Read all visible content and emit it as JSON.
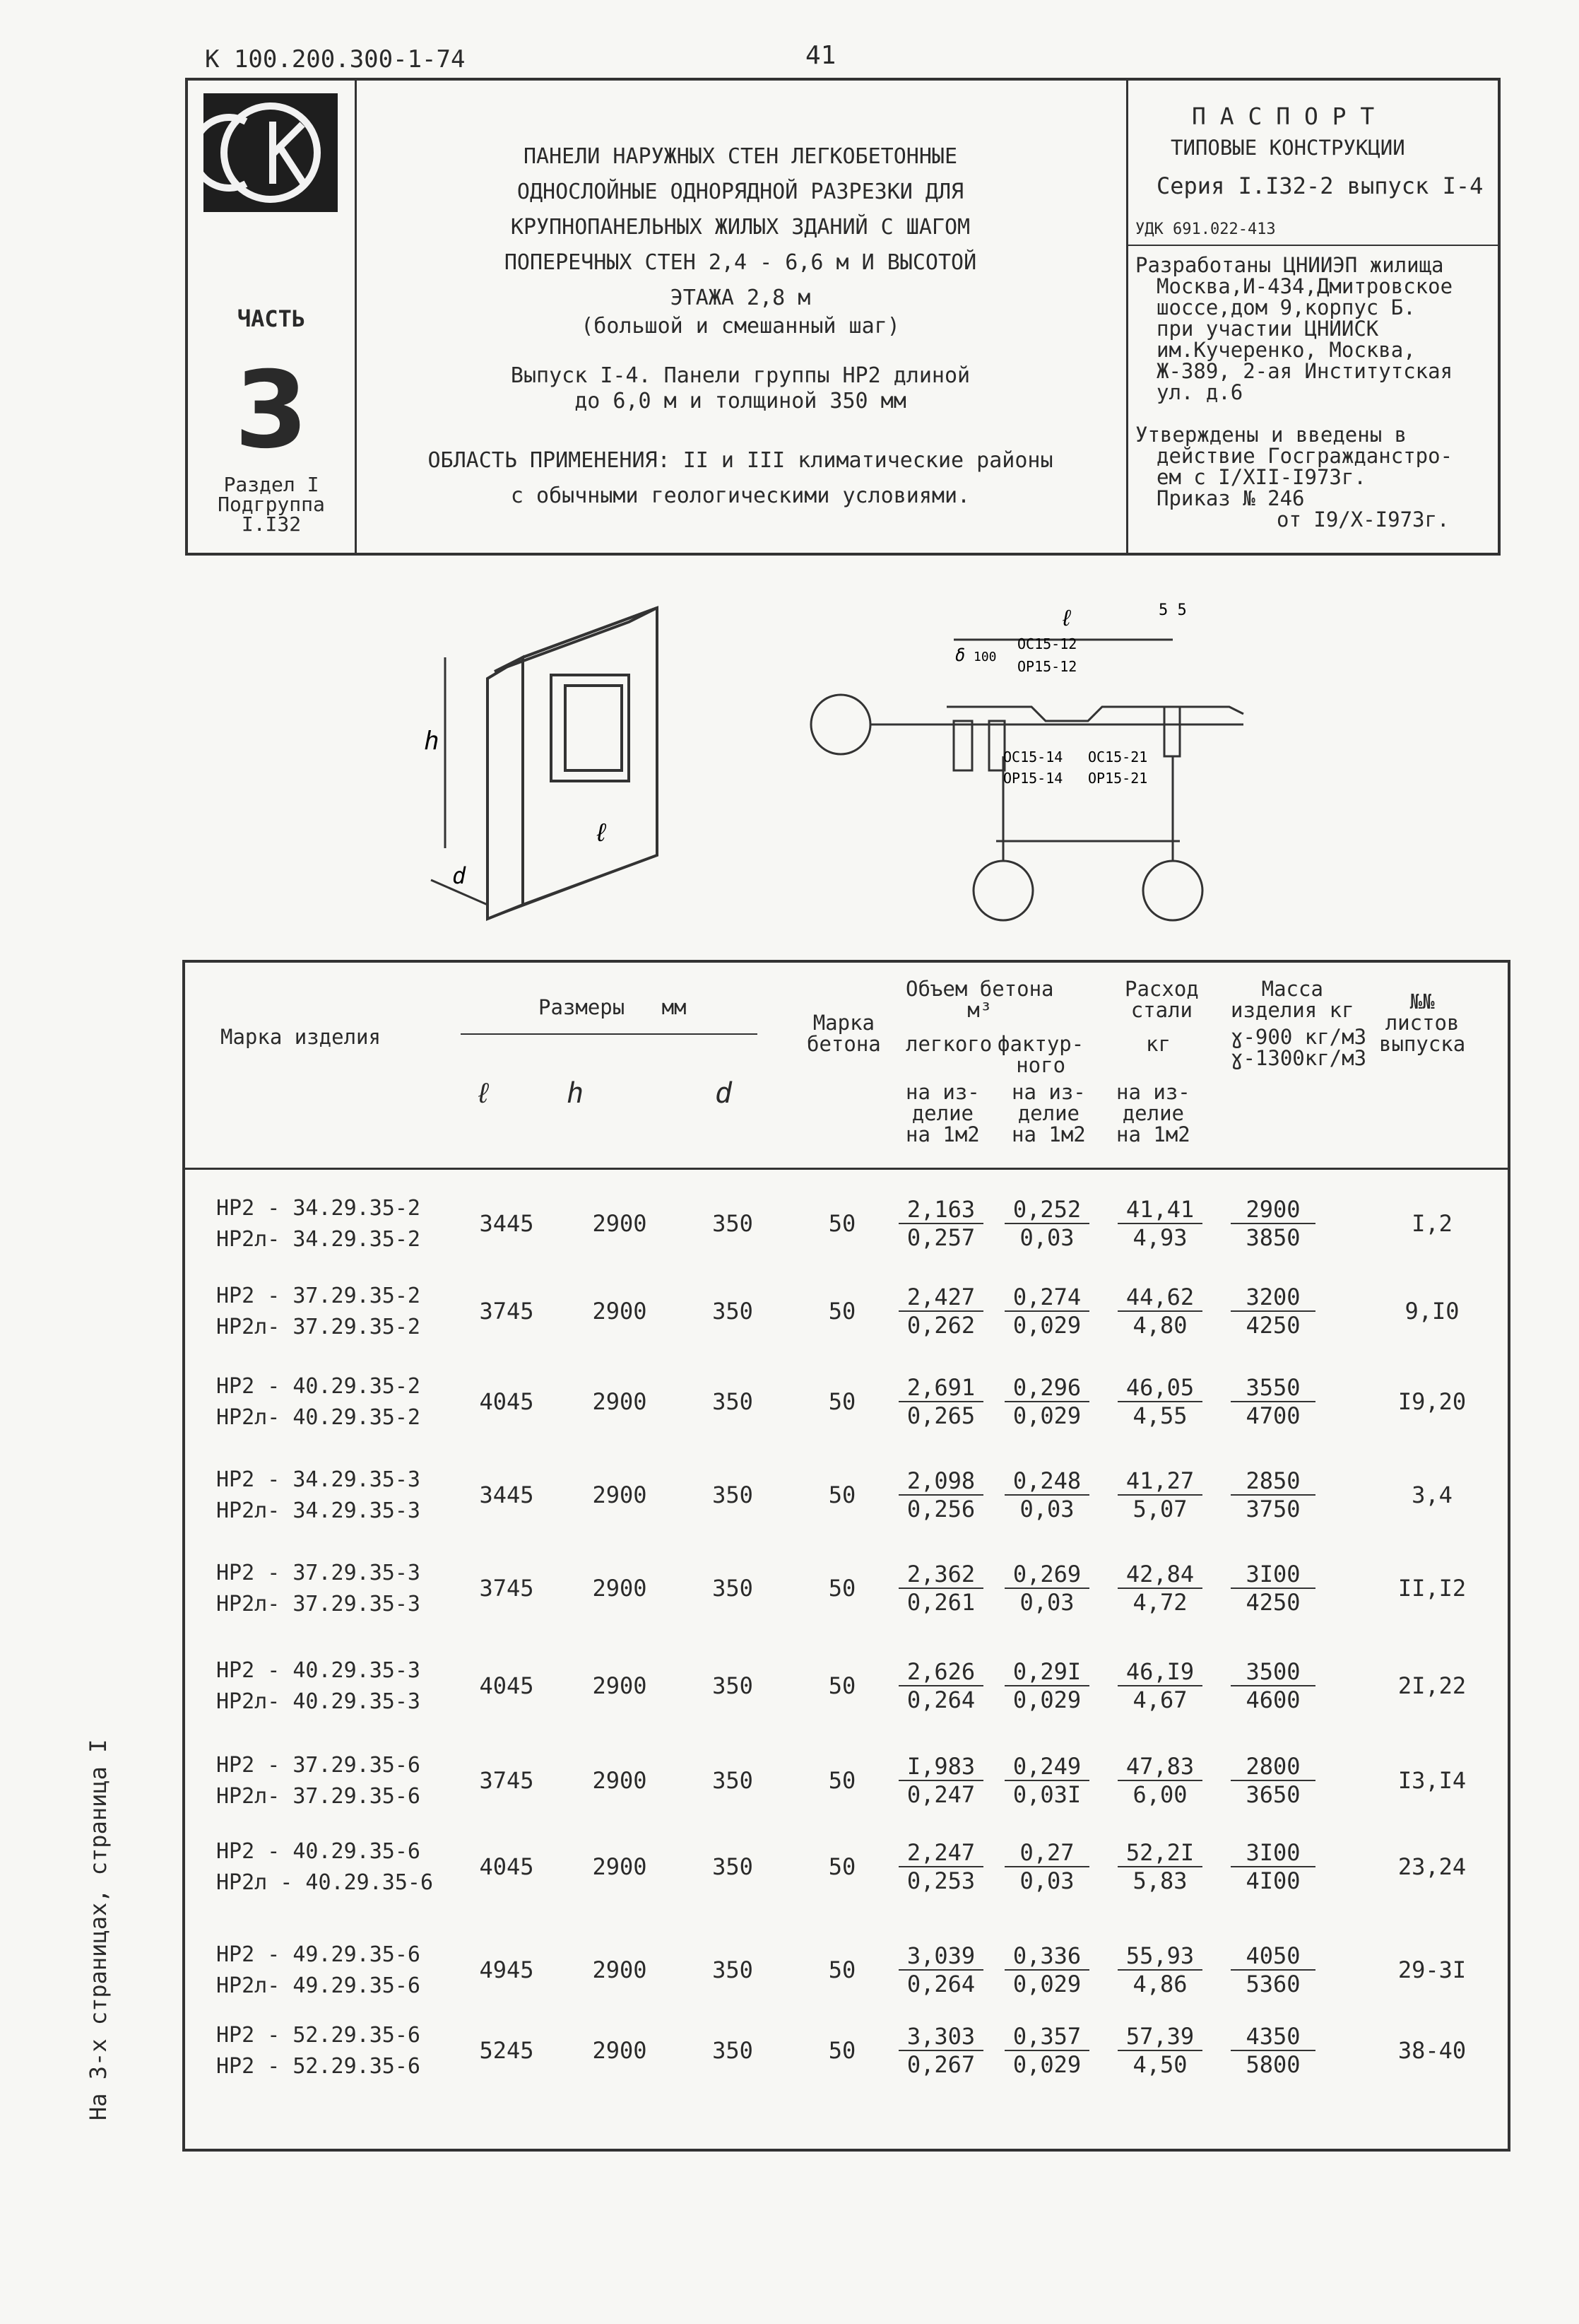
{
  "header": {
    "doc_code": "К 100.200.300-1-74",
    "page_number": "41"
  },
  "title_block": {
    "part_label": "ЧАСТЬ",
    "part_number": "3",
    "section_lines": [
      "Раздел I",
      "Подгруппа",
      "I.I32"
    ],
    "title_lines": [
      "ПАНЕЛИ НАРУЖНЫХ СТЕН ЛЕГКОБЕТОННЫЕ",
      "ОДНОСЛОЙНЫЕ ОДНОРЯДНОЙ РАЗРЕЗКИ ДЛЯ",
      "КРУПНОПАНЕЛЬНЫХ ЖИЛЫХ ЗДАНИЙ С ШАГОМ",
      "ПОПЕРЕЧНЫХ СТЕН 2,4 - 6,6 м И ВЫСОТОЙ",
      "ЭТАЖА   2,8 м",
      "(большой и смешанный шаг)"
    ],
    "issue_lines": [
      "Выпуск I-4. Панели группы НР2 длиной",
      "до 6,0 м и толщиной 350 мм"
    ],
    "scope_lines": [
      "ОБЛАСТЬ ПРИМЕНЕНИЯ: II и III климатические районы",
      "с обычными геологическими условиями."
    ],
    "passport_title": "П А С П О Р Т",
    "passport_subtitle": "ТИПОВЫЕ КОНСТРУКЦИИ",
    "series": "Серия I.I32-2 выпуск I-4",
    "udk": "УДК 691.022-413",
    "developed_lines": [
      "Разработаны ЦНИИЭП жилища",
      "Москва,И-434,Дмитровское",
      "шоссе,дом 9,корпус Б.",
      "при участии ЦНИИСК",
      "им.Кучеренко, Москва,",
      "Ж-389, 2-ая Институтская",
      "ул. д.6"
    ],
    "approved_lines": [
      "Утверждены и введены в",
      "действие Госгражданстро-",
      "ем с I/XII-I973г.",
      "Приказ № 246",
      "от I9/X-I973г."
    ]
  },
  "diagram": {
    "labels": {
      "h": "h",
      "l": "ℓ",
      "d": "d",
      "l2": "ℓ",
      "d2": "δ",
      "dim100": "100",
      "dim55": "5 5",
      "oc1512": "ОС15-12",
      "op1512": "ОР15-12",
      "oc1514": "ОС15-14",
      "op1514": "ОР15-14",
      "oc1521": "ОС15-21",
      "op1521": "ОР15-21"
    }
  },
  "table": {
    "headers": {
      "mark": "Марка изделия",
      "sizes": "Размеры   мм",
      "l": "ℓ",
      "h": "h",
      "d": "d",
      "concrete_grade": "Марка\nбетона",
      "volume": "Объем бетона\nм³",
      "light": "легкого",
      "facing": "фактур-\nного",
      "steel": "Расход\nстали",
      "steel_unit": "кг",
      "mass": "Масса\nизделия кг",
      "mass_sub": "ɣ-900 кг/м3\nɣ-1300кг/м3",
      "sheets": "№№\nлистов\nвыпуска",
      "per_item": "на из-\nделие",
      "per_m2": "на 1м2"
    },
    "rows": [
      {
        "m1": "НР2 - 34.29.35-2",
        "m2": "НР2л- 34.29.35-2",
        "l": "3445",
        "h": "2900",
        "d": "350",
        "g": "50",
        "lt": "2,163",
        "lb": "0,257",
        "ft": "0,252",
        "fb": "0,03",
        "st": "41,41",
        "sb": "4,93",
        "mt": "2900",
        "mb": "3850",
        "sh": "I,2"
      },
      {
        "m1": "НР2 - 37.29.35-2",
        "m2": "НР2л- 37.29.35-2",
        "l": "3745",
        "h": "2900",
        "d": "350",
        "g": "50",
        "lt": "2,427",
        "lb": "0,262",
        "ft": "0,274",
        "fb": "0,029",
        "st": "44,62",
        "sb": "4,80",
        "mt": "3200",
        "mb": "4250",
        "sh": "9,I0"
      },
      {
        "m1": "НР2 - 40.29.35-2",
        "m2": "НР2л- 40.29.35-2",
        "l": "4045",
        "h": "2900",
        "d": "350",
        "g": "50",
        "lt": "2,691",
        "lb": "0,265",
        "ft": "0,296",
        "fb": "0,029",
        "st": "46,05",
        "sb": "4,55",
        "mt": "3550",
        "mb": "4700",
        "sh": "I9,20"
      },
      {
        "m1": "НР2 - 34.29.35-3",
        "m2": "НР2л- 34.29.35-3",
        "l": "3445",
        "h": "2900",
        "d": "350",
        "g": "50",
        "lt": "2,098",
        "lb": "0,256",
        "ft": "0,248",
        "fb": "0,03",
        "st": "41,27",
        "sb": "5,07",
        "mt": "2850",
        "mb": "3750",
        "sh": "3,4"
      },
      {
        "m1": "НР2 - 37.29.35-3",
        "m2": "НР2л- 37.29.35-3",
        "l": "3745",
        "h": "2900",
        "d": "350",
        "g": "50",
        "lt": "2,362",
        "lb": "0,261",
        "ft": "0,269",
        "fb": "0,03",
        "st": "42,84",
        "sb": "4,72",
        "mt": "3I00",
        "mb": "4250",
        "sh": "II,I2"
      },
      {
        "m1": "НР2 - 40.29.35-3",
        "m2": "НР2л- 40.29.35-3",
        "l": "4045",
        "h": "2900",
        "d": "350",
        "g": "50",
        "lt": "2,626",
        "lb": "0,264",
        "ft": "0,29I",
        "fb": "0,029",
        "st": "46,I9",
        "sb": "4,67",
        "mt": "3500",
        "mb": "4600",
        "sh": "2I,22"
      },
      {
        "m1": "НР2 - 37.29.35-6",
        "m2": "НР2л- 37.29.35-6",
        "l": "3745",
        "h": "2900",
        "d": "350",
        "g": "50",
        "lt": "I,983",
        "lb": "0,247",
        "ft": "0,249",
        "fb": "0,03I",
        "st": "47,83",
        "sb": "6,00",
        "mt": "2800",
        "mb": "3650",
        "sh": "I3,I4"
      },
      {
        "m1": "НР2 - 40.29.35-6",
        "m2": "НР2л - 40.29.35-6",
        "l": "4045",
        "h": "2900",
        "d": "350",
        "g": "50",
        "lt": "2,247",
        "lb": "0,253",
        "ft": "0,27",
        "fb": "0,03",
        "st": "52,2I",
        "sb": "5,83",
        "mt": "3I00",
        "mb": "4I00",
        "sh": "23,24"
      },
      {
        "m1": "НР2 - 49.29.35-6",
        "m2": "НР2л- 49.29.35-6",
        "l": "4945",
        "h": "2900",
        "d": "350",
        "g": "50",
        "lt": "3,039",
        "lb": "0,264",
        "ft": "0,336",
        "fb": "0,029",
        "st": "55,93",
        "sb": "4,86",
        "mt": "4050",
        "mb": "5360",
        "sh": "29-3I"
      },
      {
        "m1": "НР2 - 52.29.35-6",
        "m2": "НР2 - 52.29.35-6",
        "l": "5245",
        "h": "2900",
        "d": "350",
        "g": "50",
        "lt": "3,303",
        "lb": "0,267",
        "ft": "0,357",
        "fb": "0,029",
        "st": "57,39",
        "sb": "4,50",
        "mt": "4350",
        "mb": "5800",
        "sh": "38-40"
      }
    ]
  },
  "side_note": "На 3-х страницах,   страница I"
}
